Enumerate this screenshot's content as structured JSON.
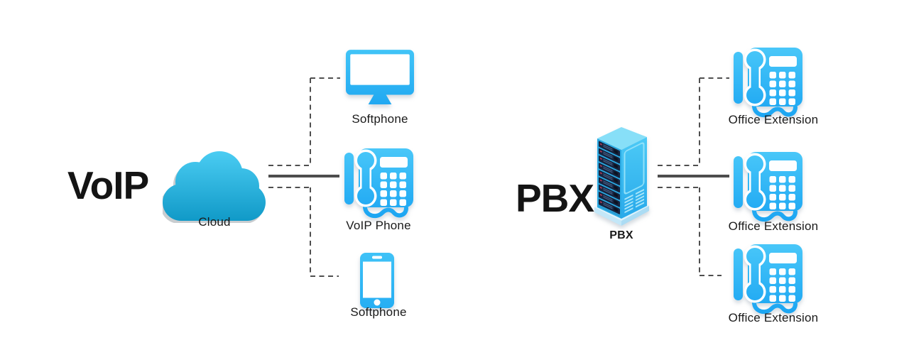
{
  "colors": {
    "device_blue_light": "#4AC8F9",
    "device_blue_dark": "#1AA4F2",
    "cloud_top": "#4BCDF3",
    "cloud_bottom": "#1099C7",
    "server_top_face": "#87DFF8",
    "server_left_face": "#2AA9E2",
    "server_rack_slat": "#16233E",
    "connector_line": "#4D4D4D",
    "text": "#1A1A1A",
    "background": "#FFFFFF"
  },
  "voip_system": {
    "title": "VoIP",
    "hub": {
      "label": "Cloud",
      "icon": "cloud-icon"
    },
    "devices": [
      {
        "label": "Softphone",
        "icon": "desktop-monitor-icon",
        "link": "dashed"
      },
      {
        "label": "VoIP Phone",
        "icon": "desk-phone-icon",
        "link": "solid"
      },
      {
        "label": "Softphone",
        "icon": "smartphone-icon",
        "link": "dashed"
      }
    ]
  },
  "pbx_system": {
    "title": "PBX",
    "hub": {
      "label": "PBX",
      "icon": "server-tower-icon"
    },
    "devices": [
      {
        "label": "Office Extension",
        "icon": "desk-phone-icon",
        "link": "dashed"
      },
      {
        "label": "Office Extension",
        "icon": "desk-phone-icon",
        "link": "solid"
      },
      {
        "label": "Office Extension",
        "icon": "desk-phone-icon",
        "link": "dashed"
      }
    ]
  }
}
